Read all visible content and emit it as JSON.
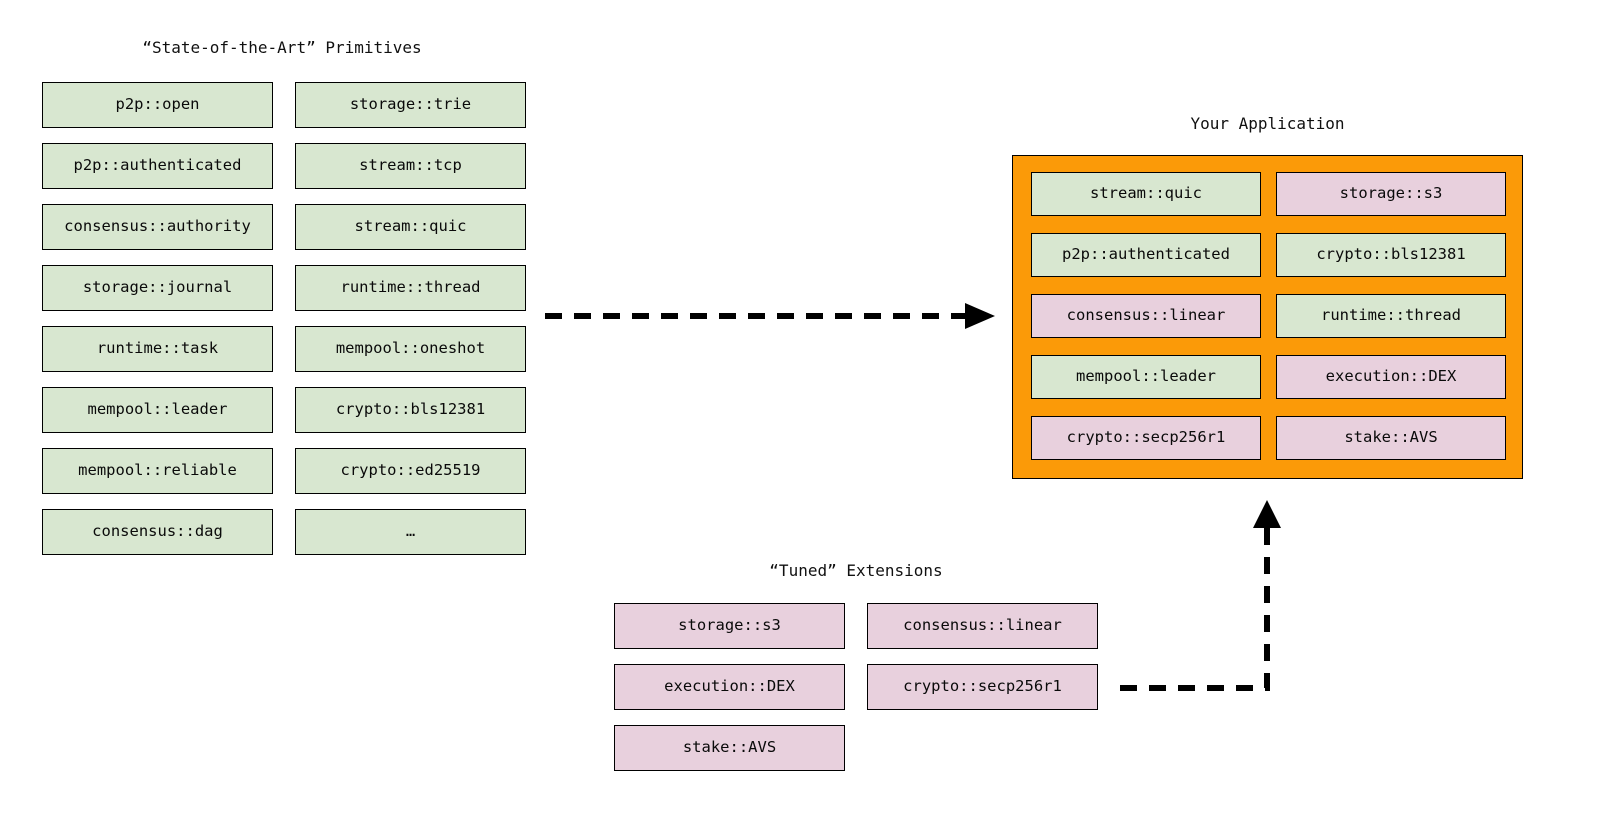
{
  "diagram": {
    "background": "#ffffff",
    "colors": {
      "primitive_fill": "#d8e7d0",
      "extension_fill": "#e8d0dd",
      "application_fill": "#fb9a08",
      "stroke": "#000000"
    },
    "primitives_section": {
      "title": "“State-of-the-Art” Primitives",
      "column_left": [
        {
          "label": "p2p::open",
          "kind": "primitive"
        },
        {
          "label": "p2p::authenticated",
          "kind": "primitive"
        },
        {
          "label": "consensus::authority",
          "kind": "primitive"
        },
        {
          "label": "storage::journal",
          "kind": "primitive"
        },
        {
          "label": "runtime::task",
          "kind": "primitive"
        },
        {
          "label": "mempool::leader",
          "kind": "primitive"
        },
        {
          "label": "mempool::reliable",
          "kind": "primitive"
        },
        {
          "label": "consensus::dag",
          "kind": "primitive"
        }
      ],
      "column_right": [
        {
          "label": "storage::trie",
          "kind": "primitive"
        },
        {
          "label": "stream::tcp",
          "kind": "primitive"
        },
        {
          "label": "stream::quic",
          "kind": "primitive"
        },
        {
          "label": "runtime::thread",
          "kind": "primitive"
        },
        {
          "label": "mempool::oneshot",
          "kind": "primitive"
        },
        {
          "label": "crypto::bls12381",
          "kind": "primitive"
        },
        {
          "label": "crypto::ed25519",
          "kind": "primitive"
        },
        {
          "label": "…",
          "kind": "primitive"
        }
      ]
    },
    "extensions_section": {
      "title": "“Tuned” Extensions",
      "column_left": [
        {
          "label": "storage::s3",
          "kind": "extension"
        },
        {
          "label": "execution::DEX",
          "kind": "extension"
        },
        {
          "label": "stake::AVS",
          "kind": "extension"
        }
      ],
      "column_right": [
        {
          "label": "consensus::linear",
          "kind": "extension"
        },
        {
          "label": "crypto::secp256r1",
          "kind": "extension"
        }
      ]
    },
    "application_section": {
      "title": "Your Application",
      "column_left": [
        {
          "label": "stream::quic",
          "kind": "primitive"
        },
        {
          "label": "p2p::authenticated",
          "kind": "primitive"
        },
        {
          "label": "consensus::linear",
          "kind": "extension"
        },
        {
          "label": "mempool::leader",
          "kind": "primitive"
        },
        {
          "label": "crypto::secp256r1",
          "kind": "extension"
        }
      ],
      "column_right": [
        {
          "label": "storage::s3",
          "kind": "extension"
        },
        {
          "label": "crypto::bls12381",
          "kind": "primitive"
        },
        {
          "label": "runtime::thread",
          "kind": "primitive"
        },
        {
          "label": "execution::DEX",
          "kind": "extension"
        },
        {
          "label": "stake::AVS",
          "kind": "extension"
        }
      ]
    },
    "connectors": [
      {
        "name": "primitives-to-application",
        "style": "dashed",
        "direction": "right"
      },
      {
        "name": "extensions-to-application",
        "style": "dashed",
        "direction": "up"
      }
    ]
  }
}
